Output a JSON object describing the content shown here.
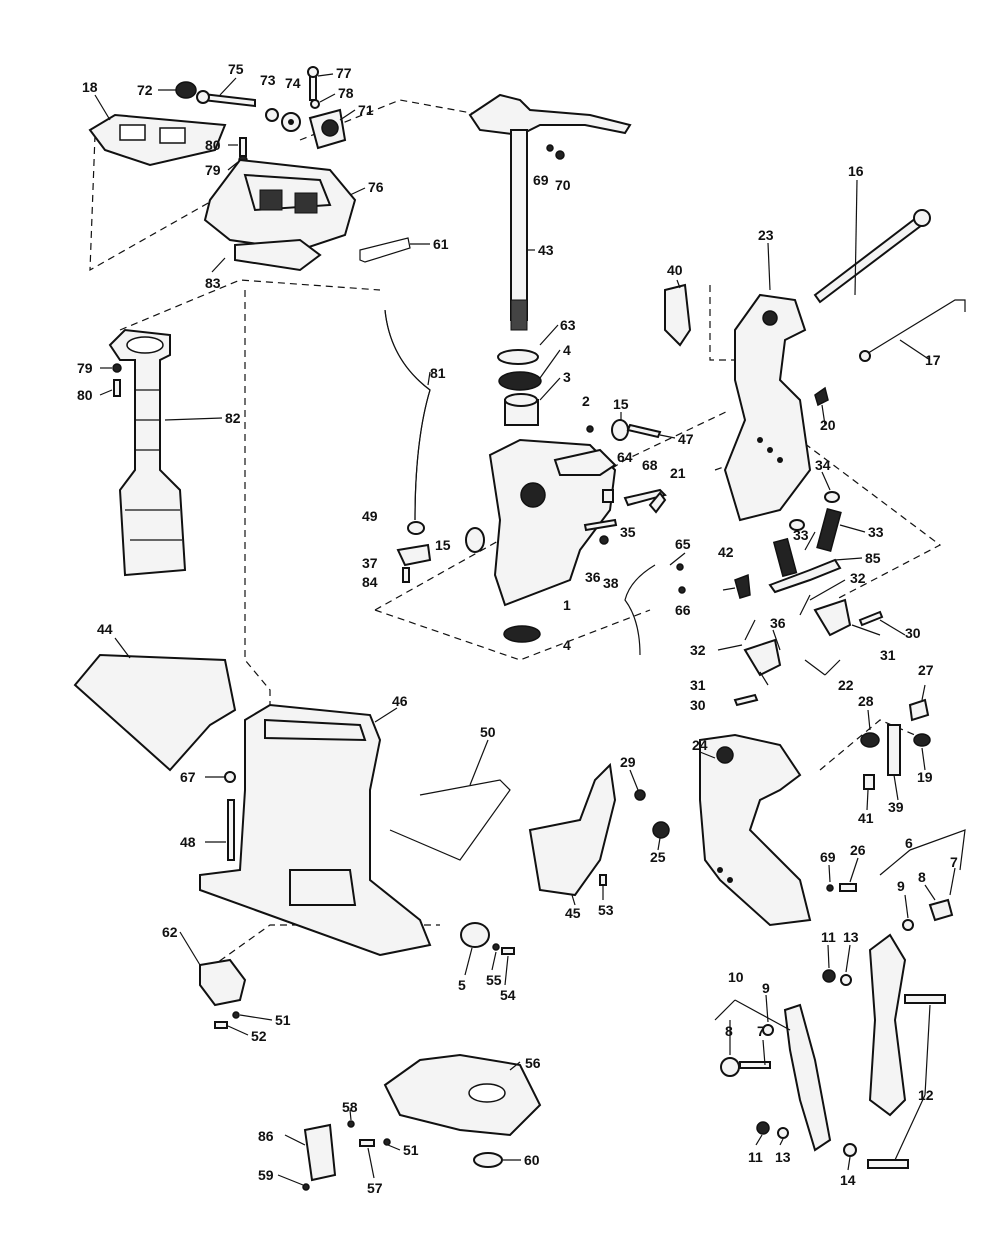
{
  "callouts": [
    {
      "id": "c18",
      "text": "18"
    },
    {
      "id": "c72",
      "text": "72"
    },
    {
      "id": "c75",
      "text": "75"
    },
    {
      "id": "c73",
      "text": "73"
    },
    {
      "id": "c74",
      "text": "74"
    },
    {
      "id": "c77",
      "text": "77"
    },
    {
      "id": "c78",
      "text": "78"
    },
    {
      "id": "c71",
      "text": "71"
    },
    {
      "id": "c80a",
      "text": "80"
    },
    {
      "id": "c79a",
      "text": "79"
    },
    {
      "id": "c76",
      "text": "76"
    },
    {
      "id": "c61",
      "text": "61"
    },
    {
      "id": "c83",
      "text": "83"
    },
    {
      "id": "c79b",
      "text": "79"
    },
    {
      "id": "c80b",
      "text": "80"
    },
    {
      "id": "c82",
      "text": "82"
    },
    {
      "id": "c69a",
      "text": "69"
    },
    {
      "id": "c70",
      "text": "70"
    },
    {
      "id": "c43",
      "text": "43"
    },
    {
      "id": "c63",
      "text": "63"
    },
    {
      "id": "c4a",
      "text": "4"
    },
    {
      "id": "c3",
      "text": "3"
    },
    {
      "id": "c2",
      "text": "2"
    },
    {
      "id": "c15a",
      "text": "15"
    },
    {
      "id": "c81",
      "text": "81"
    },
    {
      "id": "c64",
      "text": "64"
    },
    {
      "id": "c68",
      "text": "68"
    },
    {
      "id": "c21",
      "text": "21"
    },
    {
      "id": "c49",
      "text": "49"
    },
    {
      "id": "c35",
      "text": "35"
    },
    {
      "id": "c15b",
      "text": "15"
    },
    {
      "id": "c37",
      "text": "37"
    },
    {
      "id": "c84",
      "text": "84"
    },
    {
      "id": "c36a",
      "text": "36"
    },
    {
      "id": "c38",
      "text": "38"
    },
    {
      "id": "c1",
      "text": "1"
    },
    {
      "id": "c4b",
      "text": "4"
    },
    {
      "id": "c40",
      "text": "40"
    },
    {
      "id": "c47",
      "text": "47"
    },
    {
      "id": "c16",
      "text": "16"
    },
    {
      "id": "c23",
      "text": "23"
    },
    {
      "id": "c17",
      "text": "17"
    },
    {
      "id": "c20",
      "text": "20"
    },
    {
      "id": "c34",
      "text": "34"
    },
    {
      "id": "c33a",
      "text": "33"
    },
    {
      "id": "c33b",
      "text": "33"
    },
    {
      "id": "c85",
      "text": "85"
    },
    {
      "id": "c65",
      "text": "65"
    },
    {
      "id": "c42",
      "text": "42"
    },
    {
      "id": "c66",
      "text": "66"
    },
    {
      "id": "c32a",
      "text": "32"
    },
    {
      "id": "c32b",
      "text": "32"
    },
    {
      "id": "c36b",
      "text": "36"
    },
    {
      "id": "c30a",
      "text": "30"
    },
    {
      "id": "c31a",
      "text": "31"
    },
    {
      "id": "c31b",
      "text": "31"
    },
    {
      "id": "c22",
      "text": "22"
    },
    {
      "id": "c30b",
      "text": "30"
    },
    {
      "id": "c27",
      "text": "27"
    },
    {
      "id": "c28",
      "text": "28"
    },
    {
      "id": "c19",
      "text": "19"
    },
    {
      "id": "c39",
      "text": "39"
    },
    {
      "id": "c41",
      "text": "41"
    },
    {
      "id": "c44",
      "text": "44"
    },
    {
      "id": "c46",
      "text": "46"
    },
    {
      "id": "c50",
      "text": "50"
    },
    {
      "id": "c29",
      "text": "29"
    },
    {
      "id": "c24",
      "text": "24"
    },
    {
      "id": "c67",
      "text": "67"
    },
    {
      "id": "c48",
      "text": "48"
    },
    {
      "id": "c25",
      "text": "25"
    },
    {
      "id": "c53",
      "text": "53"
    },
    {
      "id": "c45",
      "text": "45"
    },
    {
      "id": "c69b",
      "text": "69"
    },
    {
      "id": "c26",
      "text": "26"
    },
    {
      "id": "c6",
      "text": "6"
    },
    {
      "id": "c7a",
      "text": "7"
    },
    {
      "id": "c8a",
      "text": "8"
    },
    {
      "id": "c9a",
      "text": "9"
    },
    {
      "id": "c62",
      "text": "62"
    },
    {
      "id": "c5",
      "text": "5"
    },
    {
      "id": "c55",
      "text": "55"
    },
    {
      "id": "c54",
      "text": "54"
    },
    {
      "id": "c51a",
      "text": "51"
    },
    {
      "id": "c52",
      "text": "52"
    },
    {
      "id": "c11a",
      "text": "11"
    },
    {
      "id": "c13a",
      "text": "13"
    },
    {
      "id": "c10",
      "text": "10"
    },
    {
      "id": "c9b",
      "text": "9"
    },
    {
      "id": "c7b",
      "text": "7"
    },
    {
      "id": "c8b",
      "text": "8"
    },
    {
      "id": "c12",
      "text": "12"
    },
    {
      "id": "c56",
      "text": "56"
    },
    {
      "id": "c58",
      "text": "58"
    },
    {
      "id": "c86",
      "text": "86"
    },
    {
      "id": "c51b",
      "text": "51"
    },
    {
      "id": "c60",
      "text": "60"
    },
    {
      "id": "c59",
      "text": "59"
    },
    {
      "id": "c57",
      "text": "57"
    },
    {
      "id": "c11b",
      "text": "11"
    },
    {
      "id": "c13b",
      "text": "13"
    },
    {
      "id": "c14",
      "text": "14"
    }
  ]
}
